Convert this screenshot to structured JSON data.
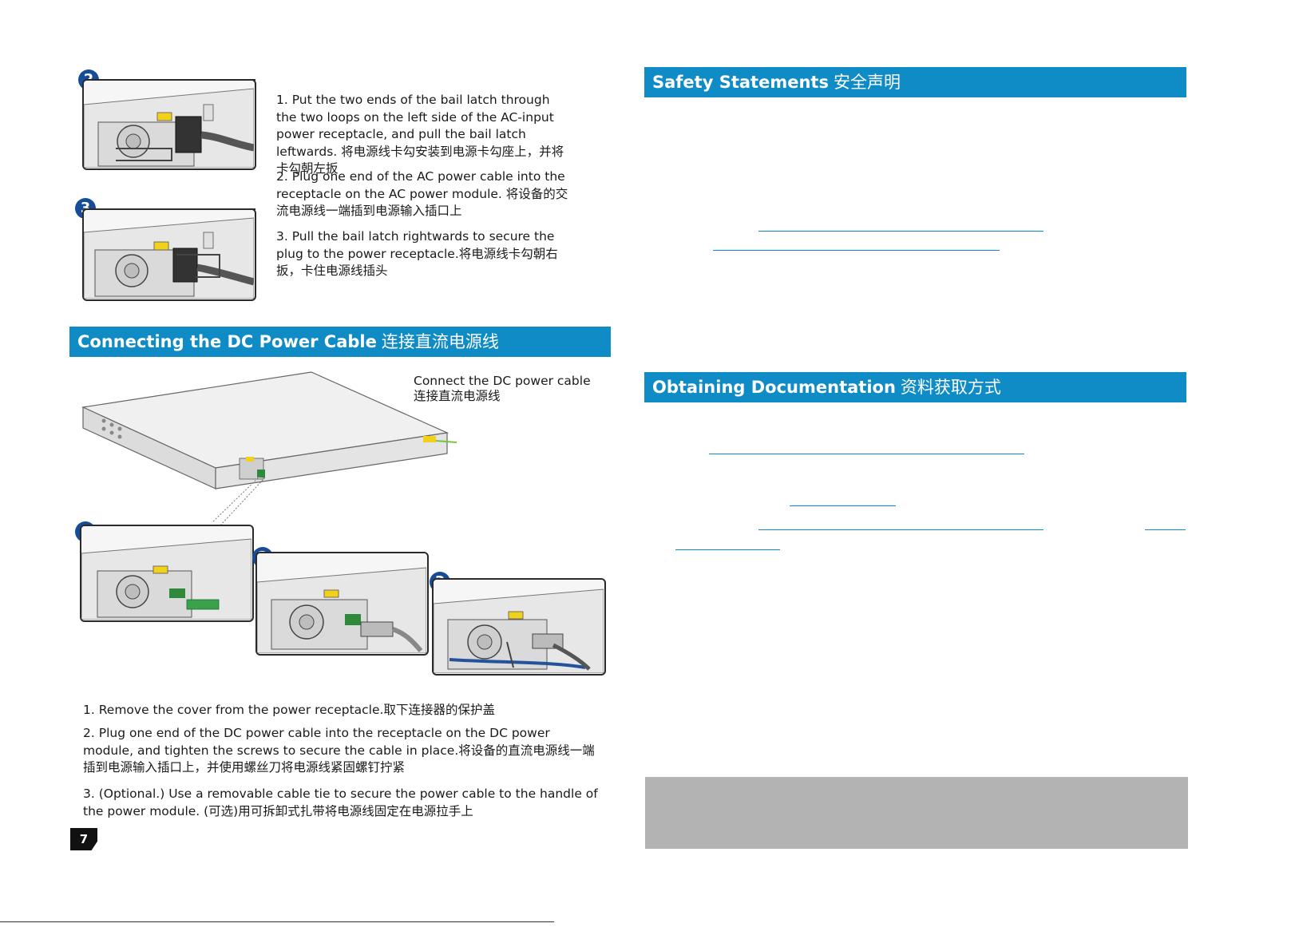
{
  "left_column": {
    "ac_steps": [
      {
        "text": "1. Put the two ends of the bail latch through the two loops on the left side of the AC-input power receptacle, and pull the bail latch leftwards. 将电源线卡勾安装到电源卡勾座上，并将卡勾朝左扳"
      },
      {
        "text": "2. Plug one end of the AC power cable into the receptacle on the AC power module. 将设备的交流电源线一端插到电源输入插口上"
      },
      {
        "text": "3. Pull the bail latch rightwards to secure the plug to the power receptacle.将电源线卡勾朝右扳，卡住电源线插头"
      }
    ],
    "ac_badges": [
      "2",
      "3"
    ],
    "dc_section": {
      "title_en": "Connecting the DC Power Cable",
      "title_zh": "连接直流电源线"
    },
    "dc_caption": {
      "line1": "Connect the DC power cable",
      "line2": "连接直流电源线"
    },
    "dc_badges": [
      "1",
      "2",
      "3"
    ],
    "dc_steps": [
      {
        "text": "1. Remove the cover from the power receptacle.取下连接器的保护盖"
      },
      {
        "text": "2. Plug one end of the DC power cable into the receptacle on the DC power module, and tighten the screws to secure the cable in place.将设备的直流电源线一端插到电源输入插口上，并使用螺丝刀将电源线紧固螺钉拧紧"
      },
      {
        "text": "3. (Optional.) Use a removable cable tie to secure the power cable to the handle of the power module. (可选)用可拆卸式扎带将电源线固定在电源拉手上"
      }
    ],
    "page_number": "7"
  },
  "right_column": {
    "safety_section": {
      "title_en": "Safety Statements",
      "title_zh": "安全声明"
    },
    "docs_section": {
      "title_en": "Obtaining Documentation",
      "title_zh": "资料获取方式"
    }
  },
  "colors": {
    "section_bar": "#0f8bc6",
    "badge": "#174d97",
    "link": "#0f8bc6",
    "gray_box": "#b3b3b3"
  }
}
